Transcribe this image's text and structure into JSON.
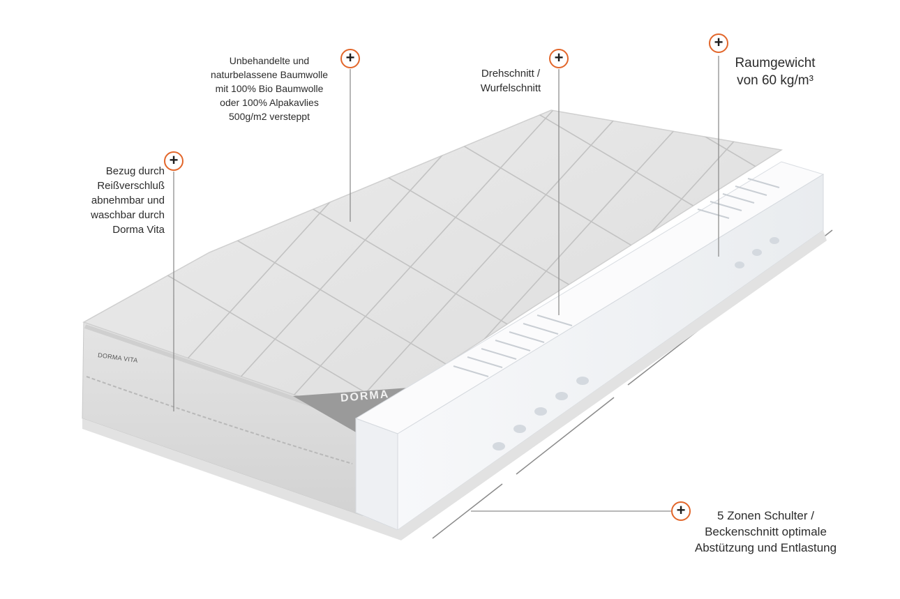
{
  "colors": {
    "accent": "#e2662a",
    "text": "#2b2b2b",
    "fabric": "#e8e8e8",
    "foam": "#f4f6f8"
  },
  "brand": {
    "cover_logo": "DORMA",
    "label_tag": "DORMA VITA"
  },
  "hotspots": [
    {
      "id": "cover",
      "icon": "plus-icon",
      "symbol": "+"
    },
    {
      "id": "cotton",
      "icon": "plus-icon",
      "symbol": "+"
    },
    {
      "id": "cut",
      "icon": "plus-icon",
      "symbol": "+"
    },
    {
      "id": "density",
      "icon": "plus-icon",
      "symbol": "+"
    },
    {
      "id": "zones",
      "icon": "plus-icon",
      "symbol": "+"
    }
  ],
  "annotations": {
    "cover": "Bezug durch\nReißverschluß\nabnehmbar und\nwaschbar durch\nDorma Vita",
    "cotton": "Unbehandelte und\nnaturbelassene Baumwolle\nmit 100% Bio Baumwolle\noder 100% Alpakavlies\n500g/m2 versteppt",
    "cut": "Drehschnitt /\nWurfelschnitt",
    "density": "Raumgewicht\nvon 60 kg/m³",
    "zones": "5 Zonen Schulter /\nBeckenschnitt optimale\nAbstützung und Entlastung"
  }
}
